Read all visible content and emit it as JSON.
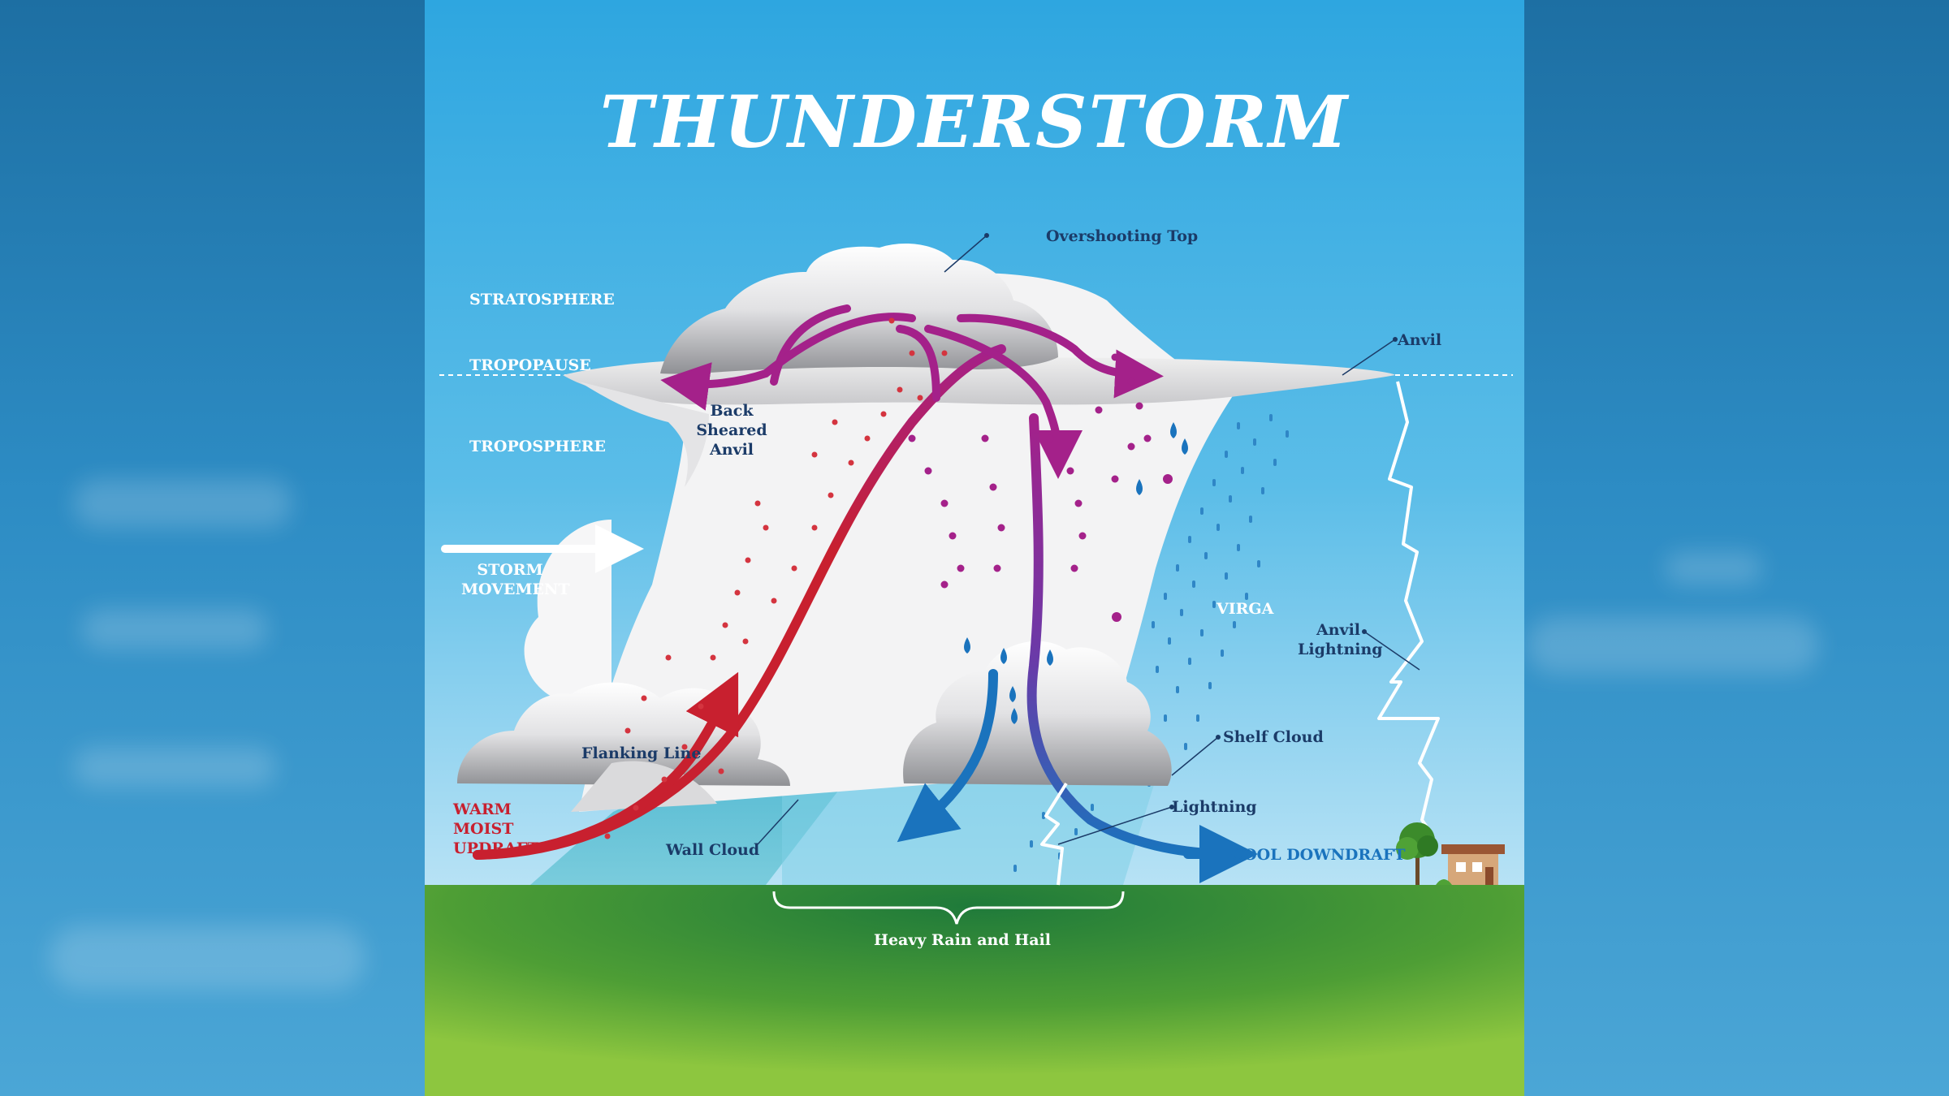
{
  "title": "THUNDERSTORM",
  "labels": {
    "stratosphere": "STRATOSPHERE",
    "tropopause": "TROPOPAUSE",
    "troposphere": "TROPOSPHERE",
    "storm_movement": "STORM MOVEMENT",
    "overshooting_top": "Overshooting Top",
    "anvil": "Anvil",
    "back_sheared_anvil": "Back Sheared Anvil",
    "virga": "VIRGA",
    "anvil_lightning": "Anvil Lightning",
    "flanking_line": "Flanking Line",
    "shelf_cloud": "Shelf Cloud",
    "lightning": "Lightning",
    "warm_moist_updraft": "WARM MOIST UPDRAFT",
    "wall_cloud": "Wall Cloud",
    "cool_downdraft": "COOL DOWNDRAFT",
    "heavy_rain_and_hail": "Heavy Rain and Hail"
  },
  "colors": {
    "sky_top": "#2ea6e0",
    "sky_bottom": "#a8dcf4",
    "ground": "#5aa83a",
    "updraft": "#c8202f",
    "downdraft": "#1a73bd",
    "anvil_flow": "#a4218a",
    "label_text": "#1b3b68"
  }
}
